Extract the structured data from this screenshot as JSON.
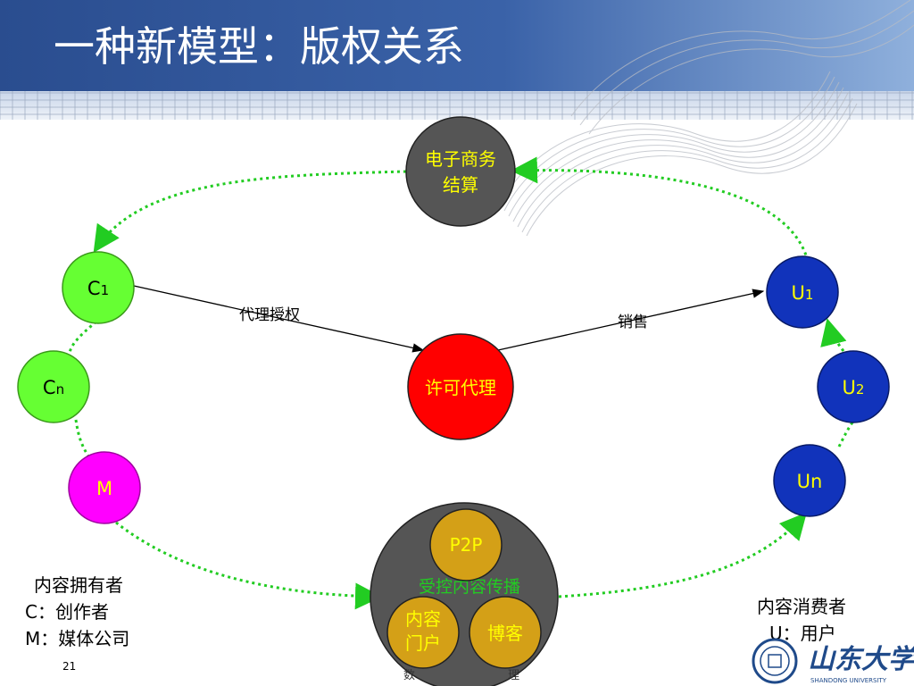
{
  "slide": {
    "title": "一种新模型：版权关系",
    "page_number": "21",
    "footer_partial": "数　　　　　　　　理"
  },
  "nodes": {
    "ecommerce": {
      "line1": "电子商务",
      "line2": "结算"
    },
    "c1": {
      "base": "C",
      "sub": "1"
    },
    "cn": {
      "base": "C",
      "sub": "n"
    },
    "m": {
      "label": "M"
    },
    "license_agent": {
      "label": "许可代理"
    },
    "u1": {
      "base": "U",
      "sub": "1"
    },
    "u2": {
      "base": "U",
      "sub": "2"
    },
    "un": {
      "label": "Un"
    },
    "controlled_distribution": {
      "label": "受控内容传播"
    },
    "p2p": {
      "label": "P2P"
    },
    "portal": {
      "line1": "内容",
      "line2": "门户"
    },
    "blog": {
      "label": "博客"
    }
  },
  "edges": {
    "proxy_auth": "代理授权",
    "sales": "销售"
  },
  "legend_left": {
    "line1": "内容拥有者",
    "line2": "C：创作者",
    "line3": "M：媒体公司"
  },
  "legend_right": {
    "line1": "内容消费者",
    "line2": "U：用户"
  },
  "logo": {
    "text": "山东大学",
    "subtext": "SHANDONG UNIVERSITY"
  },
  "colors": {
    "header_blue": "#2f5597",
    "dotted_green": "#22cc22",
    "c_green": "#66ff33",
    "m_magenta": "#ff00ff",
    "u_blue": "#1133bb",
    "agent_red": "#ff0000",
    "gold": "#d4a017",
    "gray_node": "#555555",
    "yellow_text": "#ffff00"
  }
}
